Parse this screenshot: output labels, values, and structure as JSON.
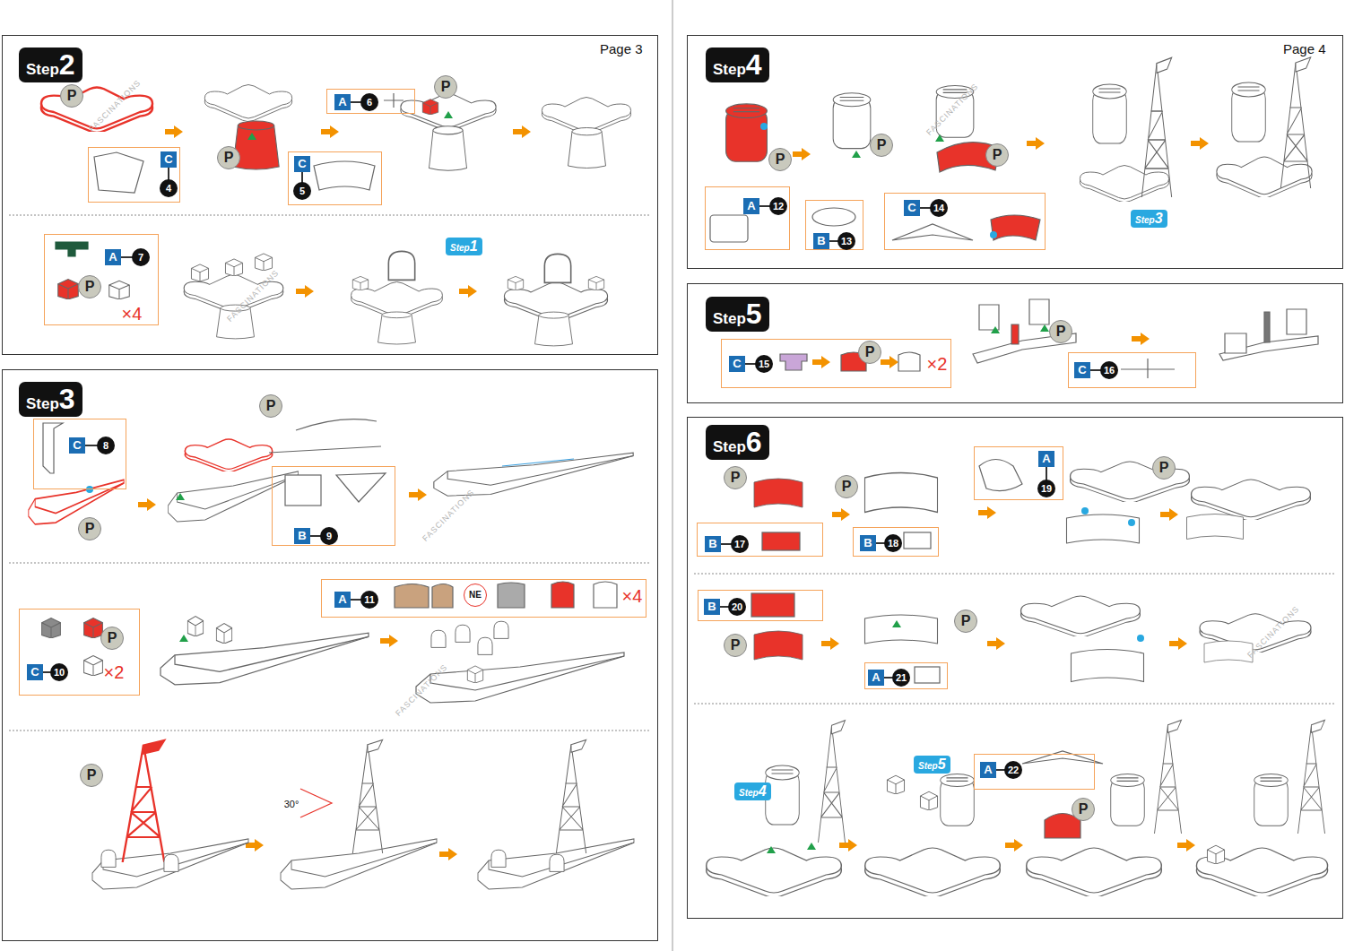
{
  "diagram": {
    "nodes": [
      {
        "text": [
          "Step",
          "2",
          "Page 3"
        ]
      },
      {
        "text": [
          "C",
          "4"
        ],
        "in": 0
      },
      {
        "text": [
          "C",
          "5"
        ],
        "in": 0
      },
      {
        "text": [
          "A",
          "6"
        ],
        "in": 0
      },
      {
        "text": [
          "A",
          "7",
          "×4"
        ],
        "in": 0
      },
      {
        "text": [
          "Step",
          "1"
        ],
        "in": 0
      },
      {
        "text": [
          "Step",
          "3"
        ]
      },
      {
        "text": [
          "C",
          "8"
        ],
        "in": 6
      },
      {
        "text": [
          "B",
          "9"
        ],
        "in": 6
      },
      {
        "text": [
          "C",
          "10",
          "×2"
        ],
        "in": 6
      },
      {
        "text": [
          "A",
          "11",
          "NE",
          "×4"
        ],
        "in": 6
      },
      {
        "text": [
          "Step",
          "4",
          "Page 4"
        ]
      },
      {
        "text": [
          "A",
          "12"
        ],
        "in": 11
      },
      {
        "text": [
          "B",
          "13"
        ],
        "in": 11
      },
      {
        "text": [
          "C",
          "14"
        ],
        "in": 11
      },
      {
        "text": [
          "Step",
          "3"
        ],
        "in": 11
      },
      {
        "text": [
          "Step",
          "5"
        ]
      },
      {
        "text": [
          "C",
          "15",
          "×2"
        ],
        "in": 16
      },
      {
        "text": [
          "C",
          "16"
        ],
        "in": 16
      },
      {
        "text": [
          "Step",
          "6"
        ]
      },
      {
        "text": [
          "B",
          "17"
        ],
        "in": 19
      },
      {
        "text": [
          "B",
          "18"
        ],
        "in": 19
      },
      {
        "text": [
          "A",
          "19"
        ],
        "in": 19
      },
      {
        "text": [
          "B",
          "20"
        ],
        "in": 19
      },
      {
        "text": [
          "A",
          "21"
        ],
        "in": 19
      },
      {
        "text": [
          "Step",
          "4"
        ],
        "in": 19
      },
      {
        "text": [
          "Step",
          "5"
        ],
        "in": 19
      },
      {
        "text": [
          "A",
          "22"
        ],
        "in": 19
      }
    ],
    "labels": [
      "P",
      "P",
      "P",
      "P",
      "P",
      "P",
      "P",
      "P",
      "P",
      "P",
      "P",
      "P",
      "P",
      "P",
      "P",
      "P",
      "P",
      "P",
      "P",
      "30°",
      "FASCINATIONS",
      "FASCINATIONS",
      "FASCINATIONS",
      "FASCINATIONS",
      "FASCINATIONS",
      "FASCINATIONS"
    ]
  }
}
